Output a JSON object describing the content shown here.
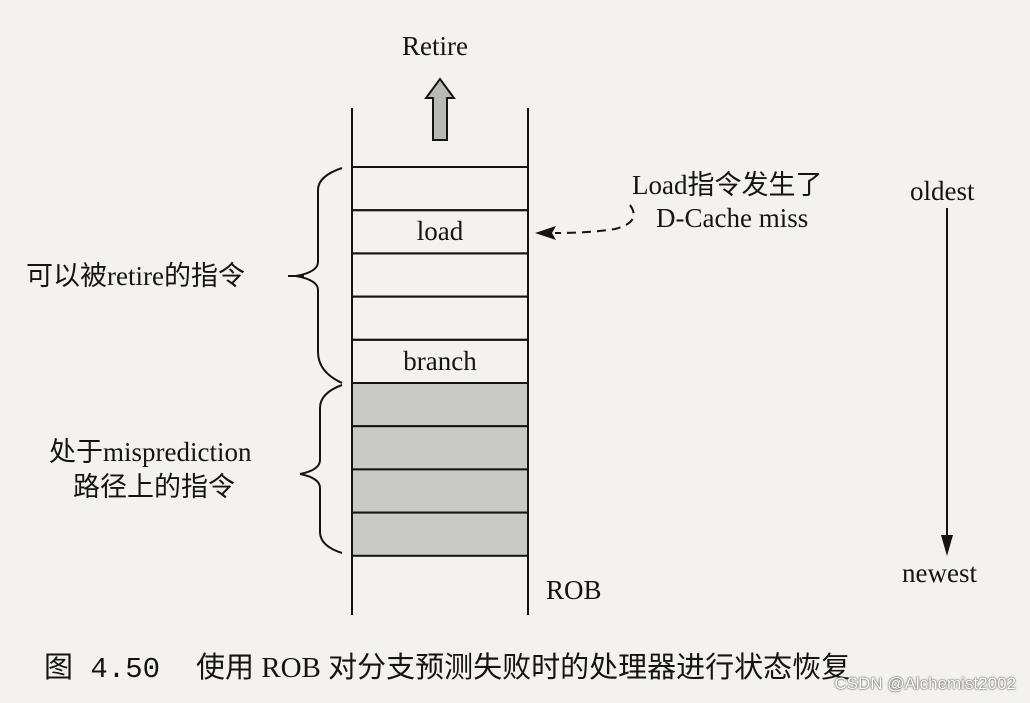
{
  "diagram": {
    "retire_label": "Retire",
    "load_annotation_line1": "Load指令发生了",
    "load_annotation_line2": "D-Cache miss",
    "oldest_label": "oldest",
    "newest_label": "newest",
    "retirable_label": "可以被retire的指令",
    "misprediction_label_line1": "处于misprediction",
    "misprediction_label_line2": "路径上的指令",
    "rob_label": "ROB",
    "rob_entries": [
      {
        "text": "",
        "state": "retirable"
      },
      {
        "text": "load",
        "state": "retirable"
      },
      {
        "text": "",
        "state": "retirable"
      },
      {
        "text": "",
        "state": "retirable"
      },
      {
        "text": "branch",
        "state": "retirable"
      },
      {
        "text": "",
        "state": "mispredicted"
      },
      {
        "text": "",
        "state": "mispredicted"
      },
      {
        "text": "",
        "state": "mispredicted"
      },
      {
        "text": "",
        "state": "mispredicted"
      }
    ],
    "colors": {
      "ink": "#141414",
      "shaded_entry": "#c9c9c5",
      "arrow_fill": "#b8b8b4",
      "background": "#f3f2ee"
    }
  },
  "caption": {
    "figure_number": "图 4.50",
    "text": "使用 ROB 对分支预测失败时的处理器进行状态恢复"
  },
  "watermark": "CSDN @Alchemist2002"
}
